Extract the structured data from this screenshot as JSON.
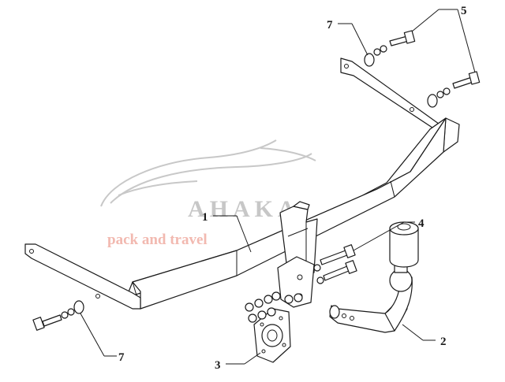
{
  "watermark": {
    "brand": "AHAKA",
    "tagline": "pack and travel",
    "brand_color": "#c7c7c7",
    "tagline_color": "#f2b9b0"
  },
  "callouts": {
    "c1": "1",
    "c2": "2",
    "c3": "3",
    "c4": "4",
    "c5": "5",
    "c7_top": "7",
    "c7_bottom": "7"
  }
}
